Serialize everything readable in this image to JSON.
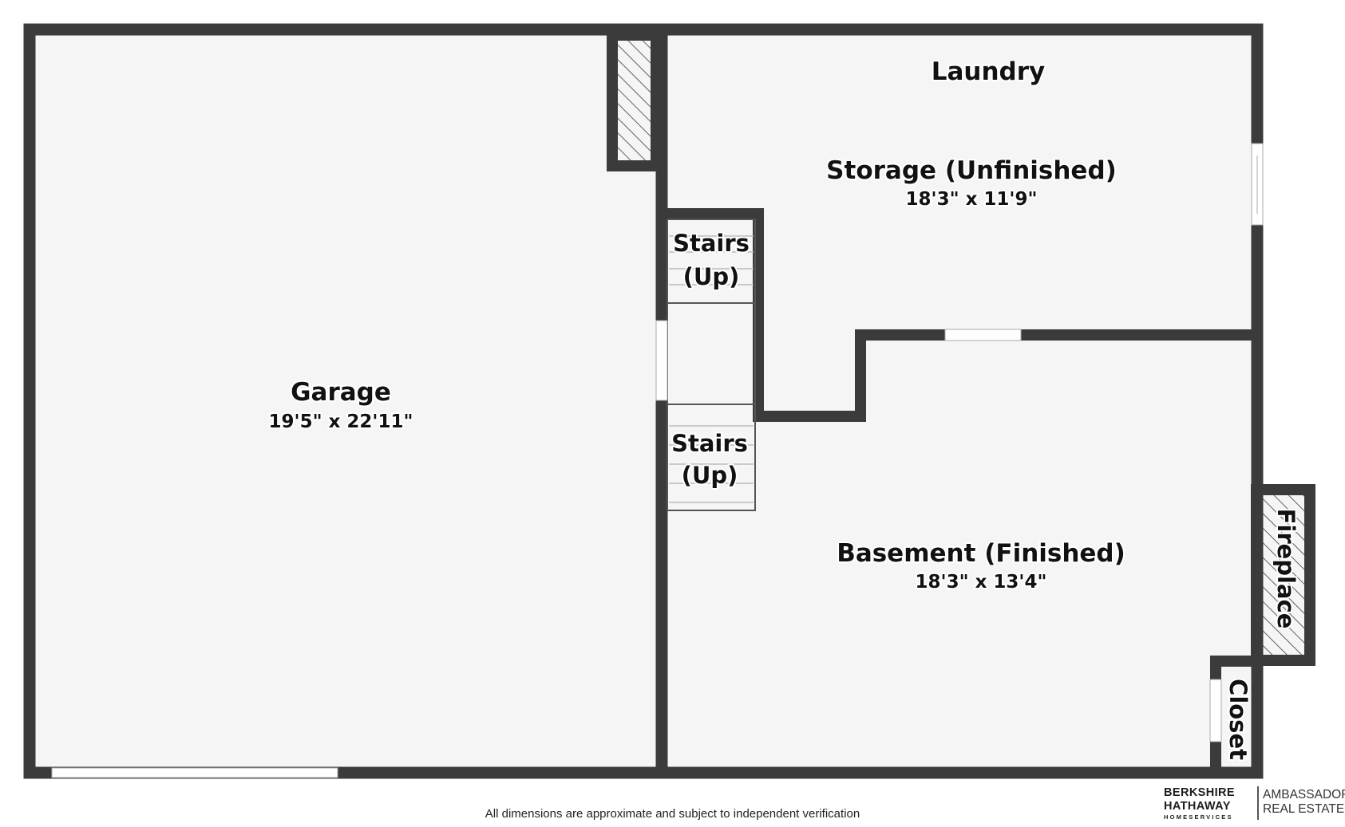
{
  "rooms": {
    "garage": {
      "name": "Garage",
      "dimensions": "19'5\" x 22'11\""
    },
    "laundry": {
      "name": "Laundry"
    },
    "storage": {
      "name": "Storage (Unfinished)",
      "dimensions": "18'3\" x 11'9\""
    },
    "stairs_upper": {
      "line1": "Stairs",
      "line2": "(Up)"
    },
    "stairs_lower": {
      "line1": "Stairs",
      "line2": "(Up)"
    },
    "basement": {
      "name": "Basement (Finished)",
      "dimensions": "18'3\" x 13'4\""
    },
    "fireplace": {
      "name": "Fireplace"
    },
    "closet": {
      "name": "Closet"
    }
  },
  "footer": {
    "disclaimer": "All dimensions are approximate and subject to independent verification"
  },
  "brand": {
    "line1": "BERKSHIRE",
    "line2": "HATHAWAY",
    "line3": "HOMESERVICES",
    "right_line1": "AMBASSADOR",
    "right_line2": "REAL ESTATE"
  },
  "colors": {
    "wall": "#3b3b3b",
    "floor": "#f5f5f5",
    "text": "#111111"
  }
}
